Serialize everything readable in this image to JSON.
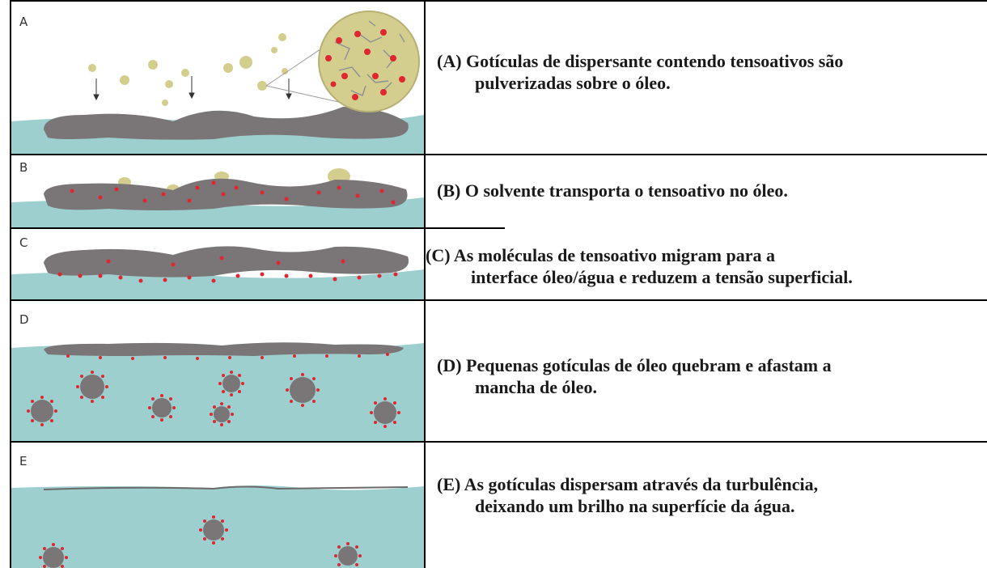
{
  "panels": [
    {
      "letter": "A",
      "caption_line1": "(A)  Gotículas de dispersante contendo tensoativos são",
      "caption_line2": "pulverizadas sobre o óleo."
    },
    {
      "letter": "B",
      "caption_line1": "(B)  O solvente transporta o tensoativo no óleo.",
      "caption_line2": ""
    },
    {
      "letter": "C",
      "caption_line1": "(C)  As moléculas de tensoativo migram para a",
      "caption_line2": "interface óleo/água e reduzem a tensão superficial."
    },
    {
      "letter": "D",
      "caption_line1": "(D)  Pequenas gotículas de óleo quebram e afastam a",
      "caption_line2": "mancha de óleo."
    },
    {
      "letter": "E",
      "caption_line1": "(E)  As gotículas dispersam através da turbulência,",
      "caption_line2": "deixando um brilho na superfície da água."
    }
  ],
  "colors": {
    "water": "#9dcfcf",
    "oil": "#7a7677",
    "dispersant": "#d4ce8e",
    "surfactant": "#e0262e",
    "border": "#000000"
  }
}
